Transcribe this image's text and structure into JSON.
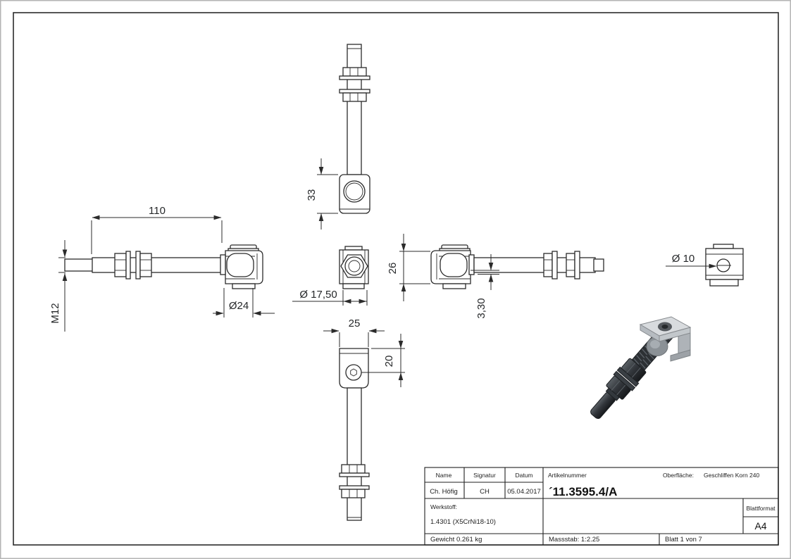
{
  "sheet": {
    "background": "#ffffff",
    "line_color": "#2b2b2b"
  },
  "dimensions": {
    "rod_length": "110",
    "thread": "M12",
    "hinge_diameter": "Ø24",
    "hinge_block_height": "33",
    "nut_diameter": "Ø 17,50",
    "hinge_height": "26",
    "offset": "3,30",
    "block_width": "25",
    "hole_offset": "20",
    "hole_diameter": "Ø 10"
  },
  "title_block": {
    "name_label": "Name",
    "signature_label": "Signatur",
    "date_label": "Datum",
    "name_value": "Ch. Höfig",
    "signature_value": "CH",
    "date_value": "05.04.2017",
    "article_label": "Artikelnummer",
    "article_value": "´11.3595.4/A",
    "surface_label": "Oberfläche:",
    "surface_value": "Geschliffen Korn 240",
    "material_label": "Werkstoff:",
    "material_value": "1.4301 (X5CrNi18-10)",
    "format_label": "Blattformat",
    "format_value": "A4",
    "weight": "Gewicht 0.261 kg",
    "scale": "Massstab: 1:2.25",
    "sheet_number": "Blatt 1 von 7"
  },
  "render": {
    "rod_color": "#33383d",
    "bracket_color": "#ccd1d5"
  }
}
